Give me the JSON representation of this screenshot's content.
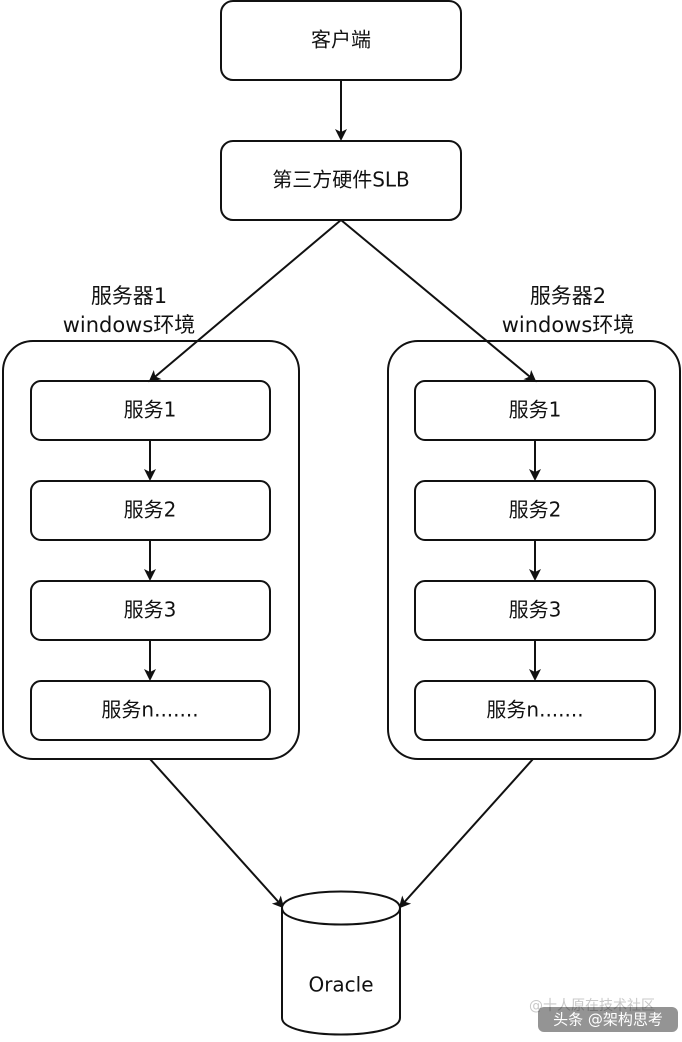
{
  "diagram": {
    "client": "客户端",
    "slb": "第三方硬件SLB",
    "server1": {
      "title_line1": "服务器1",
      "title_line2": "windows环境",
      "services": [
        "服务1",
        "服务2",
        "服务3",
        "服务n......."
      ]
    },
    "server2": {
      "title_line1": "服务器2",
      "title_line2": "windows环境",
      "services": [
        "服务1",
        "服务2",
        "服务3",
        "服务n......."
      ]
    },
    "database": "Oracle"
  },
  "watermark": {
    "text": "头条 @架构思考",
    "faint_text": "@十人原在技术社区"
  }
}
